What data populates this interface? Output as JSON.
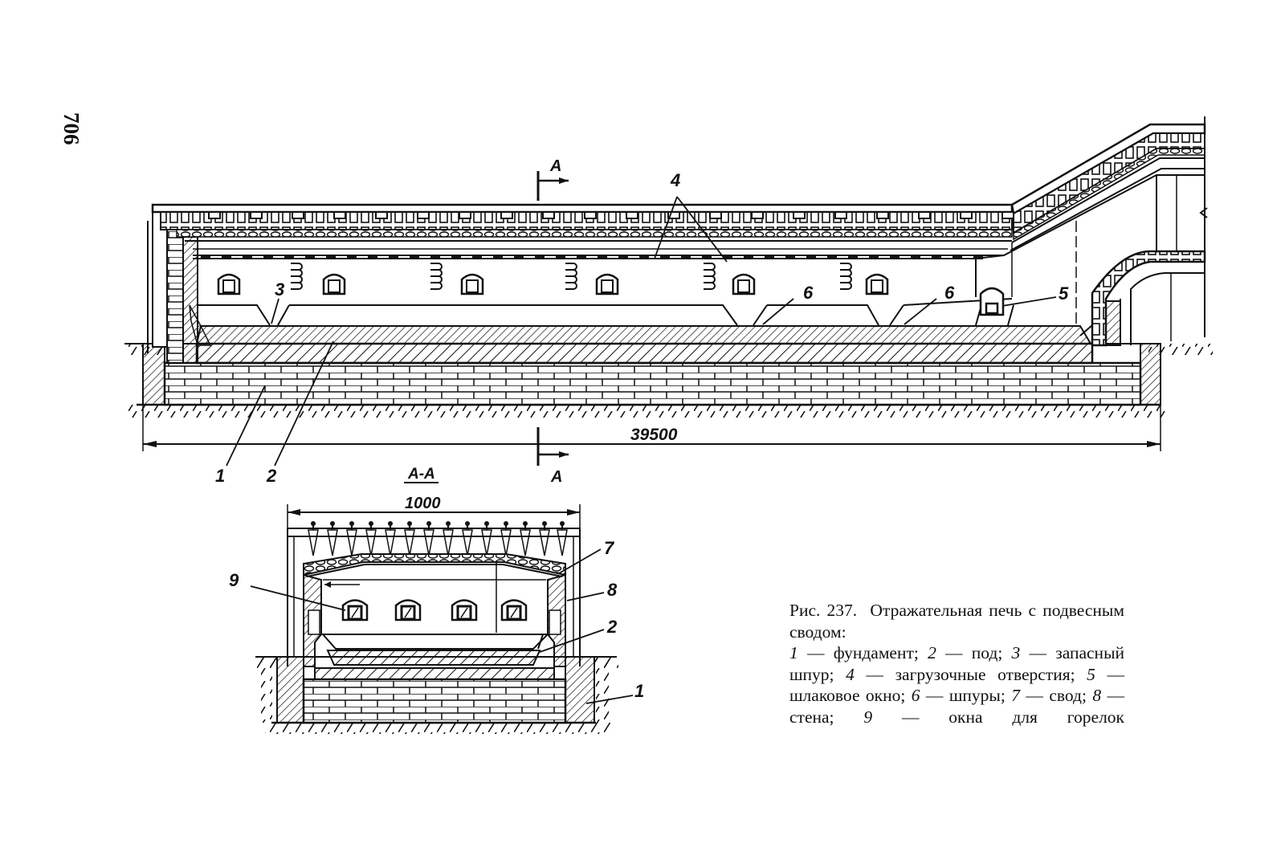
{
  "page_number": "706",
  "main_view": {
    "section_mark": "A",
    "dimension": "39500",
    "callouts": {
      "c1": "1",
      "c2": "2",
      "c3": "3",
      "c4": "4",
      "c5": "5",
      "c6a": "6",
      "c6b": "6"
    }
  },
  "section_view": {
    "title": "A-A",
    "dimension": "1000",
    "callouts": {
      "c7": "7",
      "c8": "8",
      "c2": "2",
      "c1": "1",
      "c9": "9"
    }
  },
  "caption": {
    "figure": "Рис. 237.",
    "title": "Отражательная печь с подвесным сводом:",
    "items": [
      {
        "num": "1",
        "text": "фундамент;"
      },
      {
        "num": "2",
        "text": "под;"
      },
      {
        "num": "3",
        "text": "запасный шпур;"
      },
      {
        "num": "4",
        "text": "загрузочные отверстия;"
      },
      {
        "num": "5",
        "text": "шлаковое окно;"
      },
      {
        "num": "6",
        "text": "шпуры;"
      },
      {
        "num": "7",
        "text": "свод;"
      },
      {
        "num": "8",
        "text": "стена;"
      },
      {
        "num": "9",
        "text": "окна для горелок"
      }
    ]
  }
}
